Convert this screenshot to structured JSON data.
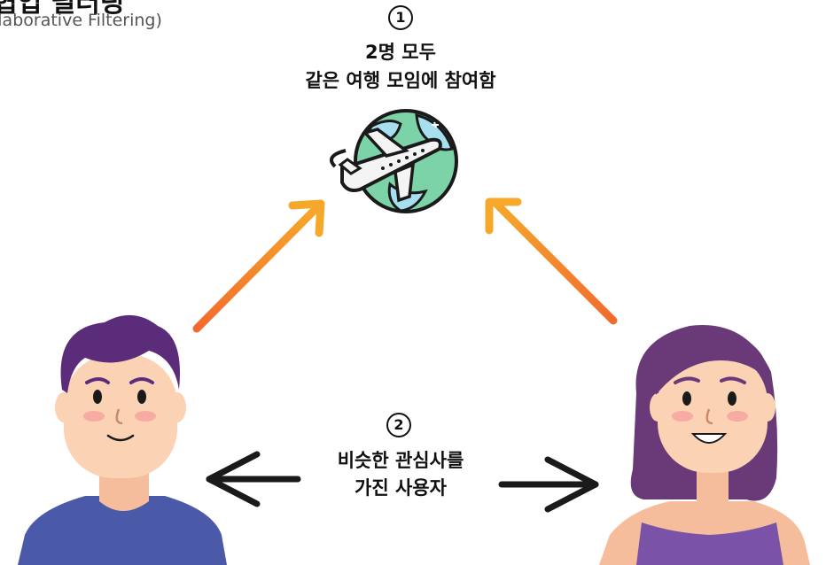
{
  "header": {
    "title": "협업 필터링",
    "subtitle": "llaborative Filtering)"
  },
  "steps": [
    {
      "number": "1",
      "line1": "2명 모두",
      "line2": "같은 여행 모임에 참여함"
    },
    {
      "number": "2",
      "line1": "비슷한 관심사를",
      "line2": "가진 사용자"
    }
  ],
  "colors": {
    "arrow_up_start": "#f26a2e",
    "arrow_up_end": "#f6a82a",
    "arrow_horizontal": "#1a1a1a",
    "man_shirt": "#4a5aa8",
    "man_hair": "#5b2c7a",
    "woman_hair": "#6a3a78",
    "woman_top": "#7a52a8",
    "skin": "#fbd2b4"
  },
  "icons": {
    "globe": "globe-airplane-icon",
    "man": "man-avatar",
    "woman": "woman-avatar"
  }
}
